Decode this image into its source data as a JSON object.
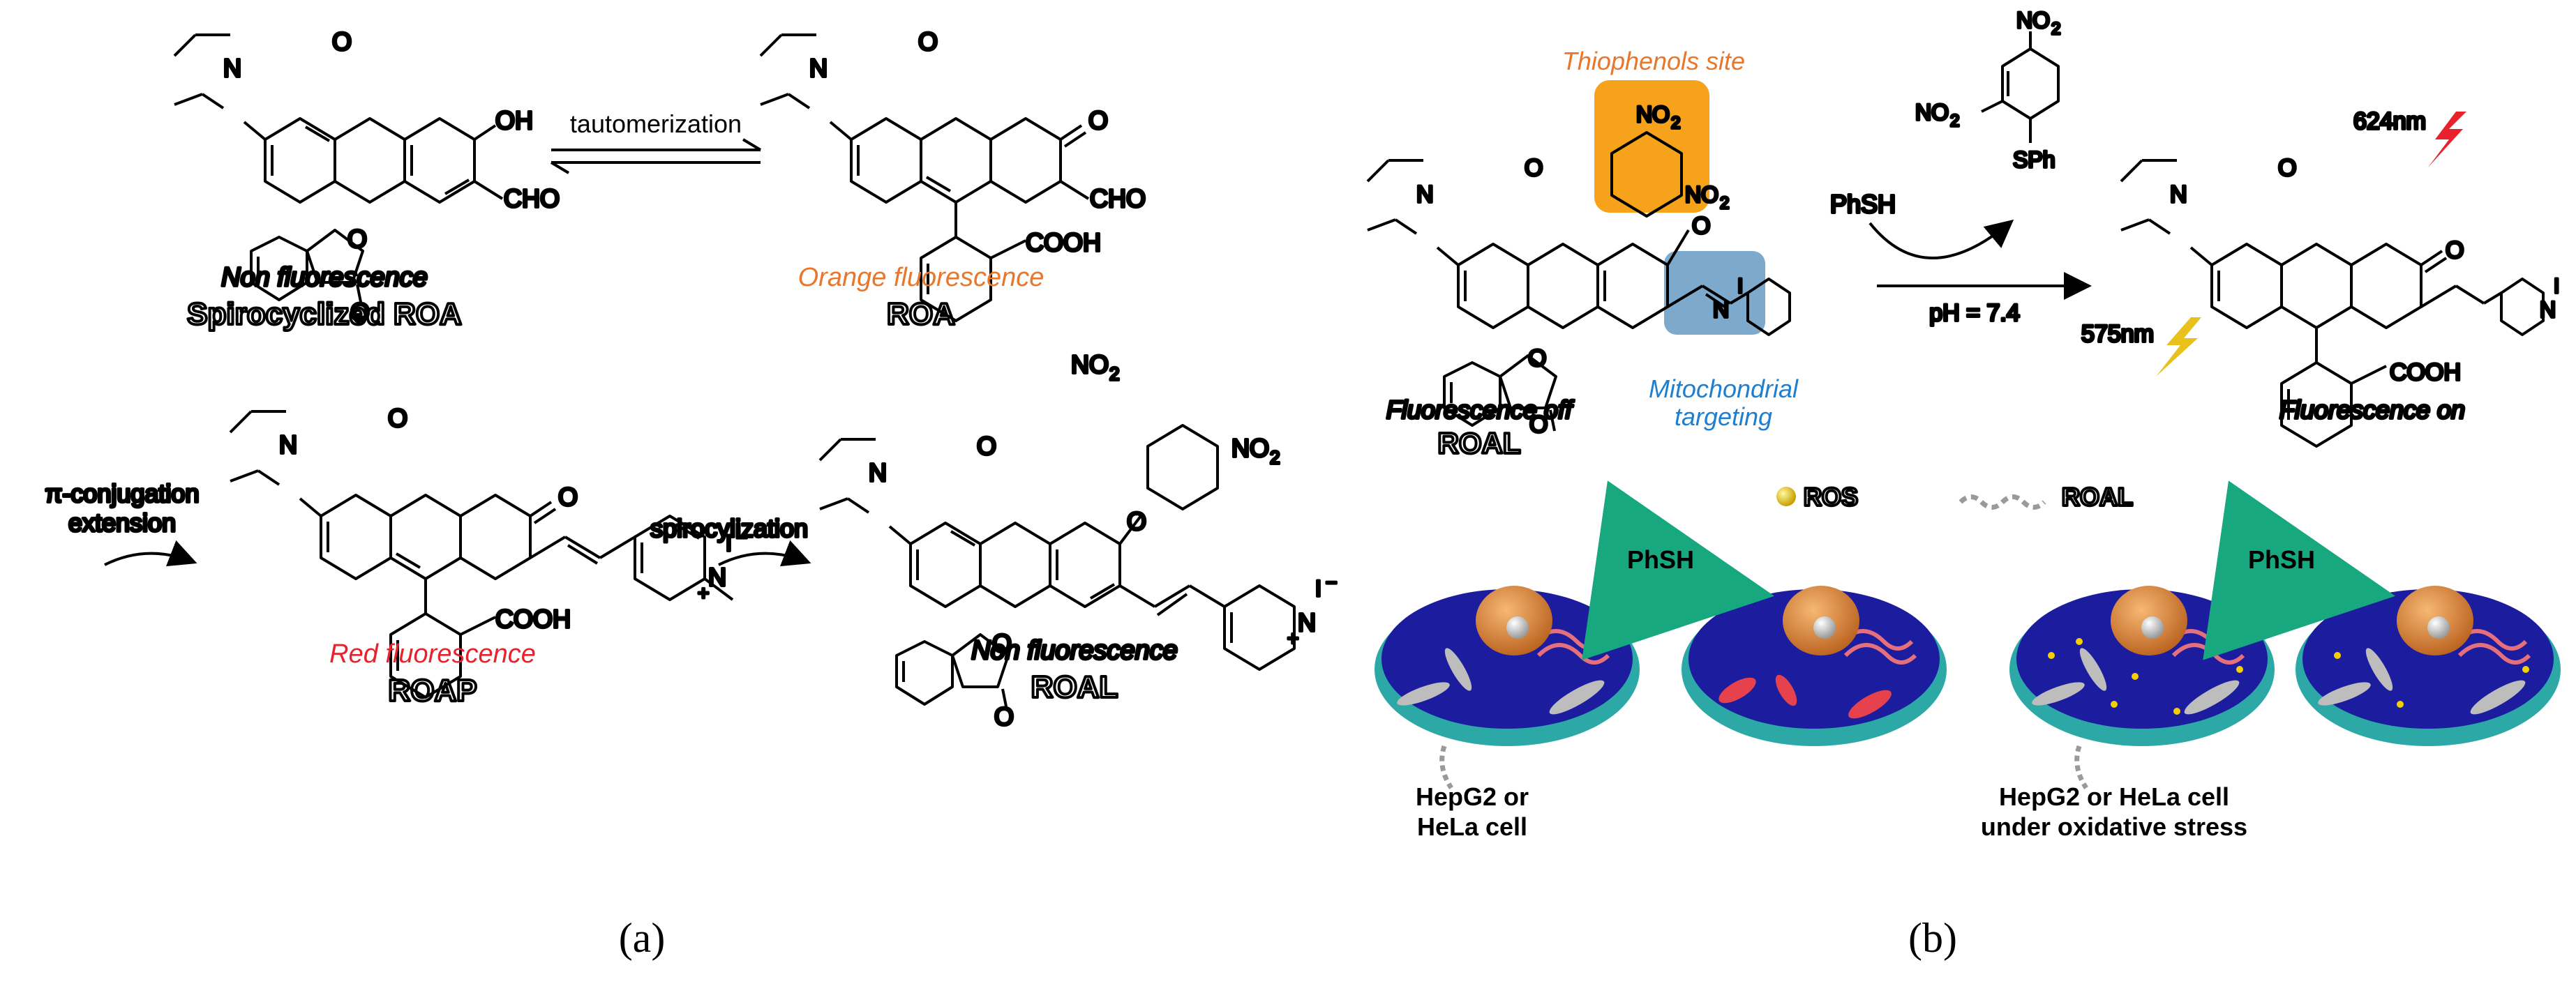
{
  "panel_a": {
    "compounds": {
      "spiro_roa": {
        "label": "Spirocyclized ROA",
        "caption": "Non fluorescence"
      },
      "roa": {
        "label": "ROA",
        "caption": "Orange fluorescence"
      },
      "roap": {
        "label": "ROAP",
        "caption": "Red fluorescence"
      },
      "roal": {
        "label": "ROAL",
        "caption": "Non fluorescence"
      }
    },
    "arrows": {
      "tautomerization": "tautomerization",
      "pi_conjugation_line1": "π-conjugation",
      "pi_conjugation_line2": "extension",
      "spirocyclization": "spirocylization"
    },
    "atoms": {
      "oh": "OH",
      "cho": "CHO",
      "o": "O",
      "cooh": "COOH",
      "no2": "NO",
      "no2_sub": "2",
      "n": "N",
      "iodide": "I",
      "minus": "−",
      "plus": "+"
    }
  },
  "panel_b": {
    "thiophenols_site": "Thiophenols site",
    "mito_line1": "Mitochondrial",
    "mito_line2": "targeting",
    "fluor_off": "Fluorescence off",
    "roal_label": "ROAL",
    "reagent": "PhSH",
    "condition": "pH = 7.4",
    "product_sub": "SPh",
    "wavelength_1": "624nm",
    "wavelength_2": "575nm",
    "fluor_on": "Fluorescence on",
    "legend_ros": "ROS",
    "legend_roal": "ROAL",
    "cell_arrow_1": "PhSH",
    "cell_arrow_2": "PhSH",
    "cell_caption_1_line1": "HepG2 or",
    "cell_caption_1_line2": "HeLa cell",
    "cell_caption_2_line1": "HepG2 or HeLa cell",
    "cell_caption_2_line2": "under oxidative stress"
  },
  "panel_labels": {
    "a": "(a)",
    "b": "(b)"
  },
  "colors": {
    "orange_text": "#E8762B",
    "red_text": "#E8222C",
    "blue_text": "#1E7FD0",
    "orange_box": "#F7A21B",
    "blue_box": "#7DA9CC",
    "cell_blue": "#1C1C9E",
    "cell_teal": "#3FC3C0",
    "arrow_green": "#18A87F"
  }
}
